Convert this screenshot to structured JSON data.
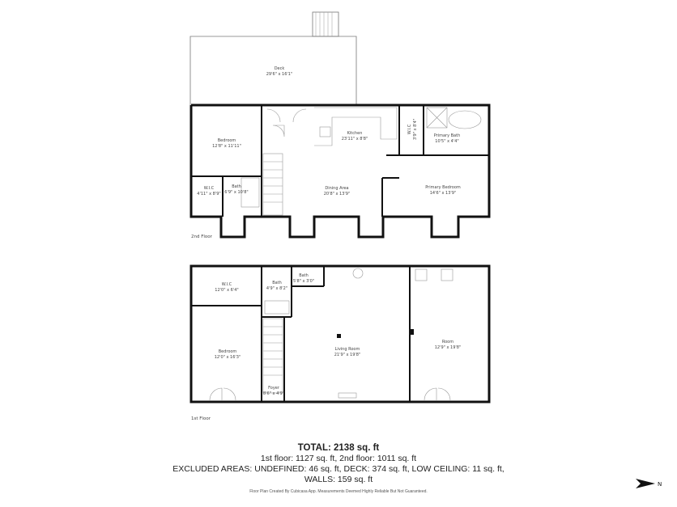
{
  "floors": [
    {
      "label": "2nd Floor",
      "rooms": [
        {
          "name": "Deck",
          "dims": "29'6\" x 16'1\""
        },
        {
          "name": "Bedroom",
          "dims": "12'8\" x 11'11\""
        },
        {
          "name": "Kitchen",
          "dims": "23'11\" x 8'8\""
        },
        {
          "name": "W.I.C",
          "dims": "3'9\" x 8'4\""
        },
        {
          "name": "Primary Bath",
          "dims": "10'5\" x 4'4\""
        },
        {
          "name": "W.I.C",
          "dims": "4'11\" x 8'9\""
        },
        {
          "name": "Bath",
          "dims": "6'9\" x 10'8\""
        },
        {
          "name": "Dining Area",
          "dims": "20'8\" x 13'9\""
        },
        {
          "name": "Primary Bedroom",
          "dims": "14'6\" x 13'9\""
        }
      ]
    },
    {
      "label": "1st Floor",
      "rooms": [
        {
          "name": "W.I.C",
          "dims": "12'0\" x 6'4\""
        },
        {
          "name": "Bath",
          "dims": "4'9\" x 8'2\""
        },
        {
          "name": "Bath",
          "dims": "5'8\" x 3'0\""
        },
        {
          "name": "Bedroom",
          "dims": "12'0\" x 16'3\""
        },
        {
          "name": "Living Room",
          "dims": "21'9\" x 19'8\""
        },
        {
          "name": "Room",
          "dims": "12'9\" x 19'8\""
        },
        {
          "name": "Foyer",
          "dims": "8'6\" x 4'9\""
        }
      ]
    }
  ],
  "summary": {
    "total": "TOTAL: 2138 sq. ft",
    "floors": "1st floor: 1127 sq. ft, 2nd floor: 1011 sq. ft",
    "excluded": "EXCLUDED AREAS: UNDEFINED: 46 sq. ft, DECK: 374 sq. ft, LOW CEILING: 11 sq. ft,",
    "walls": "WALLS: 159 sq. ft",
    "credit": "Floor Plan Created By Cubicasa App. Measurements Deemed Highly Reliable But Not Guaranteed."
  },
  "compass": {
    "icon": "north-arrow-icon",
    "label": "N"
  }
}
